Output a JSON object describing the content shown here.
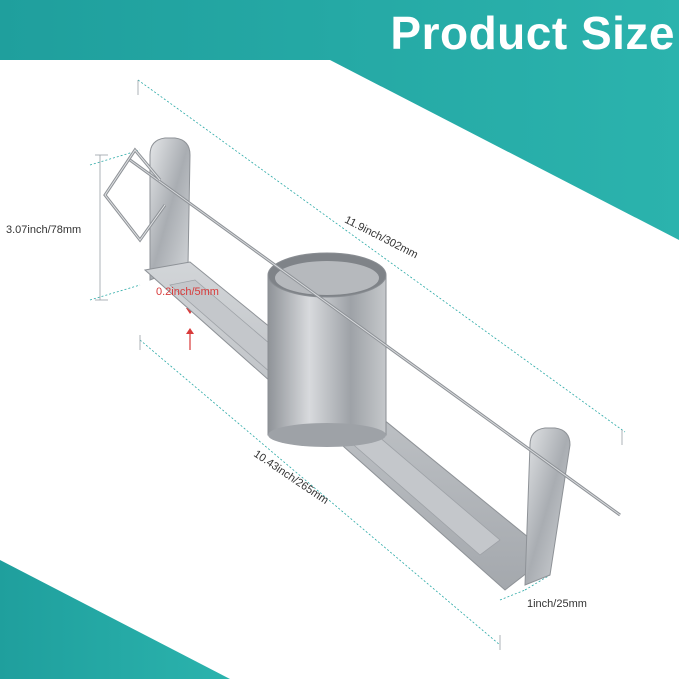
{
  "title": "Product Size",
  "dimensions": {
    "height": "3.07inch/78mm",
    "length_top": "11.9inch/302mm",
    "thickness": "0.2inch/5mm",
    "length_bottom": "10.43inch/265mm",
    "width": "1inch/25mm"
  },
  "colors": {
    "teal": "#2aa9a6",
    "teal_dark": "#178f8e",
    "metal": "#b9bcc0",
    "guide": "#2aa9a6",
    "red": "#d83a3a"
  },
  "icons": {
    "product": "tape-dispenser-icon"
  }
}
